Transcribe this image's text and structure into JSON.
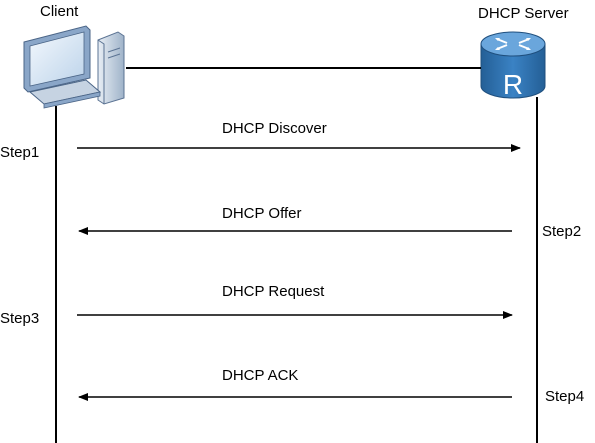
{
  "client": {
    "label": "Client",
    "icon": "desktop-computer-icon"
  },
  "server": {
    "label": "DHCP Server",
    "icon": "router-icon",
    "router_letter": "R"
  },
  "messages": [
    {
      "label": "DHCP Discover",
      "direction": "client-to-server",
      "step": "Step1",
      "step_side": "client"
    },
    {
      "label": "DHCP Offer",
      "direction": "server-to-client",
      "step": "Step2",
      "step_side": "server"
    },
    {
      "label": "DHCP Request",
      "direction": "client-to-server",
      "step": "Step3",
      "step_side": "client"
    },
    {
      "label": "DHCP ACK",
      "direction": "server-to-client",
      "step": "Step4",
      "step_side": "server"
    }
  ],
  "colors": {
    "line": "#000000",
    "router_body": "#2f73b3",
    "router_top": "#6aa6dc",
    "monitor_frame": "#8aa6c8",
    "monitor_screen": "#dfeaf6"
  }
}
